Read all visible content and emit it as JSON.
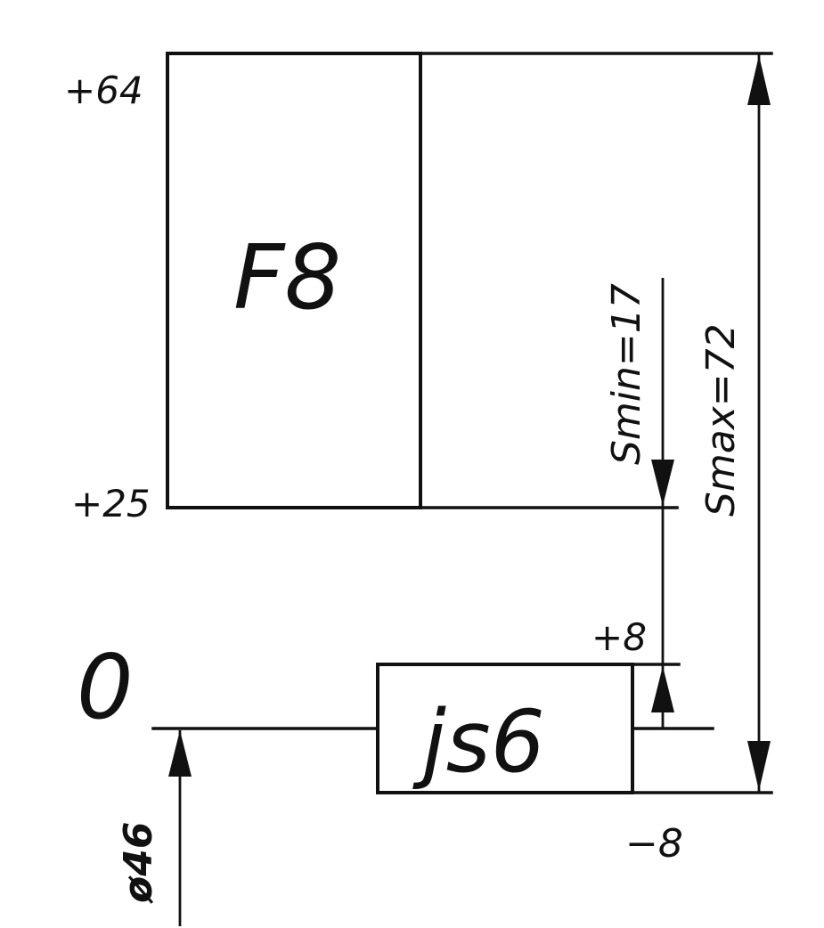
{
  "diagram": {
    "upper_limit_label": "+64",
    "lower_limit_label": "+25",
    "zero_line_label": "0",
    "diameter_label": "ø46",
    "hole_zone_label": "F8",
    "shaft_zone_label": "js6",
    "shaft_upper_label": "+8",
    "shaft_lower_label": "−8",
    "smin_label": "Smin=17",
    "smax_label": "Smax=72"
  },
  "colors": {
    "ink": "#111111",
    "background": "#ffffff"
  }
}
